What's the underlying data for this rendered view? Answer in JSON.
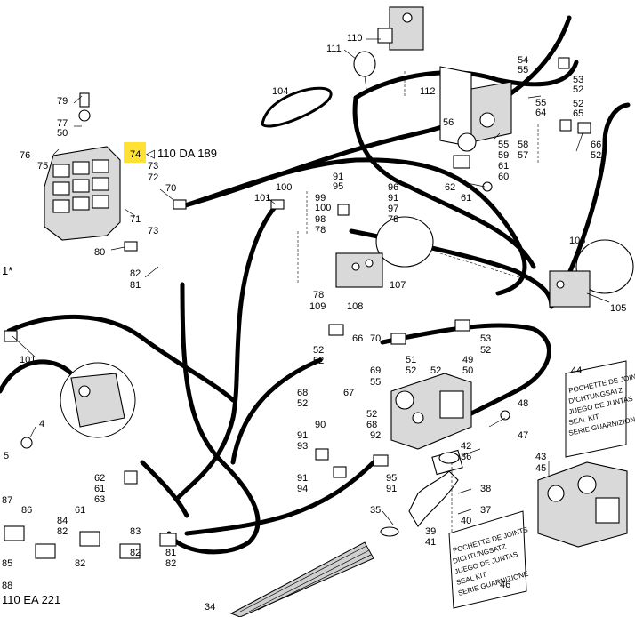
{
  "highlight_color": "#ffe135",
  "highlighted_callout": "74",
  "references": {
    "valve_block": "110 DA 189",
    "bottom_left": "110 EA 221",
    "star_note": "1*"
  },
  "seal_kit_signs": {
    "upper_right": [
      "POCHETTE DE JOINTS",
      "DICHTUNGSATZ",
      "JUEGO DE JUNTAS",
      "SEAL KIT",
      "SERIE GUARNIZIONE"
    ],
    "lower_middle": [
      "POCHETTE DE JOINTS",
      "DICHTUNGSATZ",
      "JUEGO DE JUNTAS",
      "SEAL KIT",
      "SERIE GUARNIZIONE"
    ]
  },
  "callouts": [
    {
      "id": "c110a",
      "text": "110"
    },
    {
      "id": "c111",
      "text": "111"
    },
    {
      "id": "c104",
      "text": "104"
    },
    {
      "id": "c112",
      "text": "112"
    },
    {
      "id": "c54",
      "text": "54"
    },
    {
      "id": "c55a",
      "text": "55"
    },
    {
      "id": "c53a",
      "text": "53"
    },
    {
      "id": "c52a",
      "text": "52"
    },
    {
      "id": "c55b",
      "text": "55"
    },
    {
      "id": "c64",
      "text": "64"
    },
    {
      "id": "c52b",
      "text": "52"
    },
    {
      "id": "c65",
      "text": "65"
    },
    {
      "id": "c56",
      "text": "56"
    },
    {
      "id": "c58",
      "text": "58"
    },
    {
      "id": "c57",
      "text": "57"
    },
    {
      "id": "c55c",
      "text": "55"
    },
    {
      "id": "c59",
      "text": "59"
    },
    {
      "id": "c61a",
      "text": "61"
    },
    {
      "id": "c60",
      "text": "60"
    },
    {
      "id": "c66a",
      "text": "66"
    },
    {
      "id": "c52c",
      "text": "52"
    },
    {
      "id": "c62a",
      "text": "62"
    },
    {
      "id": "c61b",
      "text": "61"
    },
    {
      "id": "c79",
      "text": "79"
    },
    {
      "id": "c77",
      "text": "77"
    },
    {
      "id": "c50a",
      "text": "50"
    },
    {
      "id": "c76",
      "text": "76"
    },
    {
      "id": "c75",
      "text": "75"
    },
    {
      "id": "c74",
      "text": "74"
    },
    {
      "id": "c73a",
      "text": "73"
    },
    {
      "id": "c72",
      "text": "72"
    },
    {
      "id": "c70a",
      "text": "70"
    },
    {
      "id": "c71",
      "text": "71"
    },
    {
      "id": "c73b",
      "text": "73"
    },
    {
      "id": "c80",
      "text": "80"
    },
    {
      "id": "c82a",
      "text": "82"
    },
    {
      "id": "c81a",
      "text": "81"
    },
    {
      "id": "c91a",
      "text": "91"
    },
    {
      "id": "c95a",
      "text": "95"
    },
    {
      "id": "c100a",
      "text": "100"
    },
    {
      "id": "c101a",
      "text": "101"
    },
    {
      "id": "c99",
      "text": "99"
    },
    {
      "id": "c100b",
      "text": "100"
    },
    {
      "id": "c98",
      "text": "98"
    },
    {
      "id": "c78a",
      "text": "78"
    },
    {
      "id": "c96",
      "text": "96"
    },
    {
      "id": "c91b",
      "text": "91"
    },
    {
      "id": "c97",
      "text": "97"
    },
    {
      "id": "c78b",
      "text": "78"
    },
    {
      "id": "c106",
      "text": "106"
    },
    {
      "id": "c107",
      "text": "107"
    },
    {
      "id": "c78c",
      "text": "78"
    },
    {
      "id": "c109",
      "text": "109"
    },
    {
      "id": "c108",
      "text": "108"
    },
    {
      "id": "c105",
      "text": "105"
    },
    {
      "id": "c101b",
      "text": "101"
    },
    {
      "id": "c52d",
      "text": "52"
    },
    {
      "id": "c52e",
      "text": "52"
    },
    {
      "id": "c66b",
      "text": "66"
    },
    {
      "id": "c70b",
      "text": "70"
    },
    {
      "id": "c69",
      "text": "69"
    },
    {
      "id": "c52f",
      "text": "52"
    },
    {
      "id": "c51",
      "text": "51"
    },
    {
      "id": "c52g",
      "text": "52"
    },
    {
      "id": "c49",
      "text": "49"
    },
    {
      "id": "c50b",
      "text": "50"
    },
    {
      "id": "c53b",
      "text": "53"
    },
    {
      "id": "c52h",
      "text": "52"
    },
    {
      "id": "c44",
      "text": "44"
    },
    {
      "id": "c68a",
      "text": "68"
    },
    {
      "id": "c52i",
      "text": "52"
    },
    {
      "id": "c67",
      "text": "67"
    },
    {
      "id": "c55d",
      "text": "55"
    },
    {
      "id": "c52j",
      "text": "52"
    },
    {
      "id": "c68b",
      "text": "68"
    },
    {
      "id": "c90",
      "text": "90"
    },
    {
      "id": "c92",
      "text": "92"
    },
    {
      "id": "c91c",
      "text": "91"
    },
    {
      "id": "c93",
      "text": "93"
    },
    {
      "id": "c48",
      "text": "48"
    },
    {
      "id": "c47",
      "text": "47"
    },
    {
      "id": "c42",
      "text": "42"
    },
    {
      "id": "c36",
      "text": "36"
    },
    {
      "id": "c43",
      "text": "43"
    },
    {
      "id": "c45",
      "text": "45"
    },
    {
      "id": "c91d",
      "text": "91"
    },
    {
      "id": "c94",
      "text": "94"
    },
    {
      "id": "c95b",
      "text": "95"
    },
    {
      "id": "c91e",
      "text": "91"
    },
    {
      "id": "c38",
      "text": "38"
    },
    {
      "id": "c37",
      "text": "37"
    },
    {
      "id": "c35",
      "text": "35"
    },
    {
      "id": "c39",
      "text": "39"
    },
    {
      "id": "c41",
      "text": "41"
    },
    {
      "id": "c40",
      "text": "40"
    },
    {
      "id": "c46",
      "text": "46"
    },
    {
      "id": "c34",
      "text": "34"
    },
    {
      "id": "c4",
      "text": "4"
    },
    {
      "id": "c5",
      "text": "5"
    },
    {
      "id": "c62b",
      "text": "62"
    },
    {
      "id": "c61c",
      "text": "61"
    },
    {
      "id": "c63",
      "text": "63"
    },
    {
      "id": "c87",
      "text": "87"
    },
    {
      "id": "c86",
      "text": "86"
    },
    {
      "id": "c84",
      "text": "84"
    },
    {
      "id": "c82b",
      "text": "82"
    },
    {
      "id": "c61d",
      "text": "61"
    },
    {
      "id": "c83",
      "text": "83"
    },
    {
      "id": "c82c",
      "text": "82"
    },
    {
      "id": "c85",
      "text": "85"
    },
    {
      "id": "c82d",
      "text": "82"
    },
    {
      "id": "c81b",
      "text": "81"
    },
    {
      "id": "c82e",
      "text": "82"
    },
    {
      "id": "c88",
      "text": "88"
    }
  ]
}
